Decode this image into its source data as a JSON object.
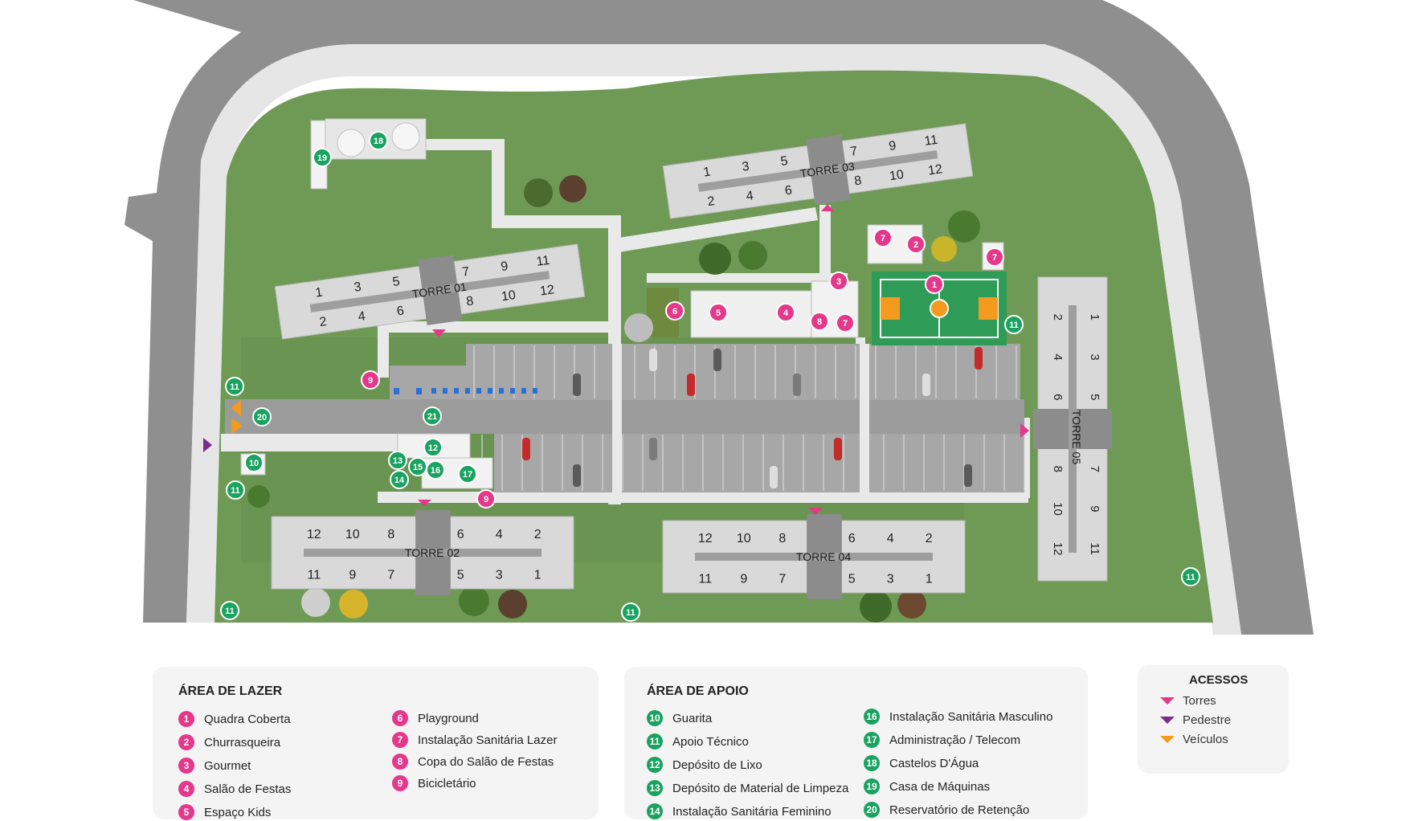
{
  "colors": {
    "road": "#8f8f8f",
    "sidewalk": "#e6e6e6",
    "grass": "#6f9a56",
    "grass_dark": "#5f8a49",
    "building": "#d9d9d9",
    "building_core": "#8c8c8c",
    "parking": "#9b9b9b",
    "court": "#2e9b57",
    "pink_badge": "#e5388b",
    "green_badge": "#1aa260",
    "access_torres": "#e5388b",
    "access_pedestre": "#7b2d8e",
    "access_veiculos": "#f39a1f"
  },
  "map": {
    "towers": [
      {
        "name": "TORRE 01",
        "units_top": [
          "1",
          "3",
          "5",
          "7",
          "9",
          "11"
        ],
        "units_bottom": [
          "2",
          "4",
          "6",
          "8",
          "10",
          "12"
        ]
      },
      {
        "name": "TORRE 02",
        "units_top": [
          "12",
          "10",
          "8",
          "6",
          "4",
          "2"
        ],
        "units_bottom": [
          "11",
          "9",
          "7",
          "5",
          "3",
          "1"
        ]
      },
      {
        "name": "TORRE 03",
        "units_top": [
          "1",
          "3",
          "5",
          "7",
          "9",
          "11"
        ],
        "units_bottom": [
          "2",
          "4",
          "6",
          "8",
          "10",
          "12"
        ]
      },
      {
        "name": "TORRE 04",
        "units_top": [
          "12",
          "10",
          "8",
          "6",
          "4",
          "2"
        ],
        "units_bottom": [
          "11",
          "9",
          "7",
          "5",
          "3",
          "1"
        ]
      },
      {
        "name": "TORRE 05",
        "units_top": [
          "2",
          "4",
          "6",
          "8",
          "10",
          "12"
        ],
        "units_bottom": [
          "1",
          "3",
          "5",
          "7",
          "9",
          "11"
        ]
      }
    ],
    "markers": [
      {
        "label": "1",
        "kind": "pink"
      },
      {
        "label": "2",
        "kind": "pink"
      },
      {
        "label": "3",
        "kind": "pink"
      },
      {
        "label": "4",
        "kind": "pink"
      },
      {
        "label": "5",
        "kind": "pink"
      },
      {
        "label": "6",
        "kind": "pink"
      },
      {
        "label": "7",
        "kind": "pink"
      },
      {
        "label": "7",
        "kind": "pink"
      },
      {
        "label": "7",
        "kind": "pink"
      },
      {
        "label": "8",
        "kind": "pink"
      },
      {
        "label": "9",
        "kind": "pink"
      },
      {
        "label": "9",
        "kind": "pink"
      },
      {
        "label": "10",
        "kind": "green"
      },
      {
        "label": "11",
        "kind": "green"
      },
      {
        "label": "11",
        "kind": "green"
      },
      {
        "label": "11",
        "kind": "green"
      },
      {
        "label": "11",
        "kind": "green"
      },
      {
        "label": "11",
        "kind": "green"
      },
      {
        "label": "11",
        "kind": "green"
      },
      {
        "label": "12",
        "kind": "green"
      },
      {
        "label": "13",
        "kind": "green"
      },
      {
        "label": "14",
        "kind": "green"
      },
      {
        "label": "15",
        "kind": "green"
      },
      {
        "label": "16",
        "kind": "green"
      },
      {
        "label": "17",
        "kind": "green"
      },
      {
        "label": "18",
        "kind": "green"
      },
      {
        "label": "19",
        "kind": "green"
      },
      {
        "label": "20",
        "kind": "green"
      },
      {
        "label": "21",
        "kind": "green"
      }
    ]
  },
  "legend": {
    "lazer": {
      "title": "ÁREA DE LAZER",
      "items": [
        {
          "num": "1",
          "label": "Quadra Coberta"
        },
        {
          "num": "2",
          "label": "Churrasqueira"
        },
        {
          "num": "3",
          "label": "Gourmet"
        },
        {
          "num": "4",
          "label": "Salão de Festas"
        },
        {
          "num": "5",
          "label": "Espaço Kids"
        },
        {
          "num": "6",
          "label": "Playground"
        },
        {
          "num": "7",
          "label": "Instalação Sanitária Lazer"
        },
        {
          "num": "8",
          "label": "Copa do Salão de Festas"
        },
        {
          "num": "9",
          "label": "Bicicletário"
        }
      ]
    },
    "apoio": {
      "title": "ÁREA DE APOIO",
      "items": [
        {
          "num": "10",
          "label": "Guarita"
        },
        {
          "num": "11",
          "label": "Apoio Técnico"
        },
        {
          "num": "12",
          "label": "Depósito de Lixo"
        },
        {
          "num": "13",
          "label": "Depósito de Material de Limpeza"
        },
        {
          "num": "14",
          "label": "Instalação Sanitária Feminino"
        },
        {
          "num": "16",
          "label": "Instalação Sanitária Masculino"
        },
        {
          "num": "17",
          "label": "Administração / Telecom"
        },
        {
          "num": "18",
          "label": "Castelos D'Água"
        },
        {
          "num": "19",
          "label": "Casa de Máquinas"
        },
        {
          "num": "20",
          "label": "Reservatório de Retenção"
        }
      ]
    },
    "acessos": {
      "title": "ACESSOS",
      "items": [
        {
          "label": "Torres",
          "color": "#e5388b"
        },
        {
          "label": "Pedestre",
          "color": "#7b2d8e"
        },
        {
          "label": "Veículos",
          "color": "#f39a1f"
        }
      ]
    }
  }
}
